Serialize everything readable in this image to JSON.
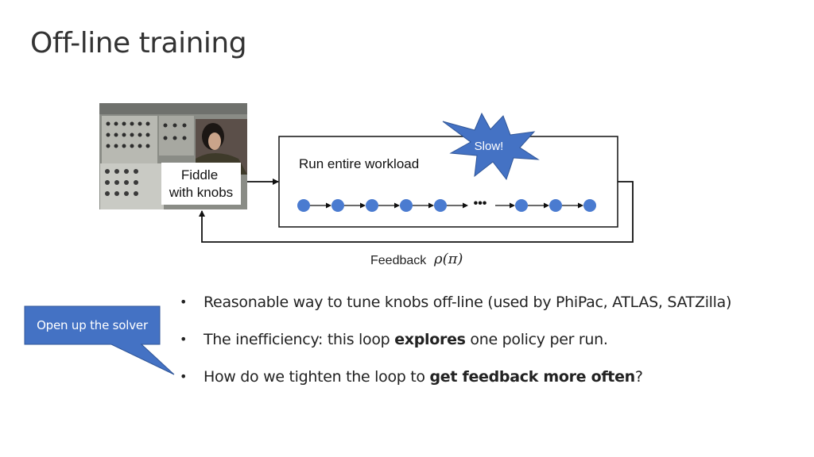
{
  "title": "Off-line training",
  "diagram": {
    "photo_label_line1": "Fiddle",
    "photo_label_line2": "with knobs",
    "workload_label": "Run entire workload",
    "slow_label": "Slow!",
    "ellipsis": "•••",
    "feedback_label": "Feedback",
    "feedback_formula": "ρ(π)"
  },
  "bullets": [
    {
      "pre": "Reasonable way to tune knobs off-line (used by PhiPac, ATLAS, SATZilla)",
      "bold": "",
      "post": ""
    },
    {
      "pre": "The inefficiency: this loop ",
      "bold": "explores",
      "post": " one policy per run."
    },
    {
      "pre": "How do we tighten the loop to ",
      "bold": "get feedback more often",
      "post": "?"
    }
  ],
  "bullet_glyph": "•",
  "callout": {
    "text": "Open up the solver"
  },
  "colors": {
    "accent": "#4472c4",
    "dot": "#4a7bd0"
  }
}
